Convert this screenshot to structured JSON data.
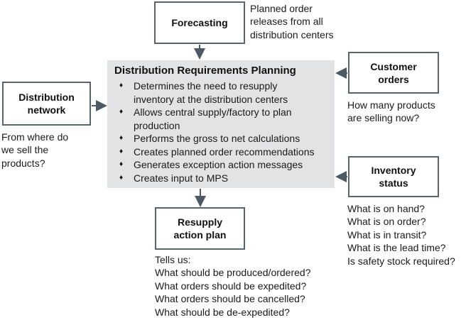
{
  "colors": {
    "box_border": "#5a646e",
    "arrow": "#4d5a66",
    "drp_fill": "#e2e3e4",
    "text": "#1a1a1a"
  },
  "forecasting": {
    "label": "Forecasting",
    "note_lines": [
      "Planned order",
      "releases from all",
      "distribution centers"
    ]
  },
  "distribution_network": {
    "label_lines": [
      "Distribution",
      "network"
    ],
    "note_lines": [
      "From where do",
      "we sell the",
      "products?"
    ]
  },
  "customer_orders": {
    "label_lines": [
      "Customer",
      "orders"
    ],
    "note_lines": [
      "How many products",
      "are selling now?"
    ]
  },
  "inventory_status": {
    "label_lines": [
      "Inventory",
      "status"
    ],
    "note_lines": [
      "What is on hand?",
      "What is on order?",
      "What is in transit?",
      "What is the lead time?",
      "Is safety stock required?"
    ]
  },
  "drp": {
    "title": "Distribution Requirements Planning",
    "bullet_glyph": "♦",
    "bullets": [
      {
        "lines": [
          "Determines the need to resupply",
          "inventory at the distribution centers"
        ]
      },
      {
        "lines": [
          "Allows central supply/factory to plan",
          "production"
        ]
      },
      {
        "lines": [
          "Performs the gross to net calculations"
        ]
      },
      {
        "lines": [
          "Creates planned order recommendations"
        ]
      },
      {
        "lines": [
          "Generates exception action messages"
        ]
      },
      {
        "lines": [
          "Creates input to MPS"
        ]
      }
    ]
  },
  "resupply": {
    "label_lines": [
      "Resupply",
      "action plan"
    ],
    "note_lines": [
      "Tells us:",
      "What should be produced/ordered?",
      "What orders should be expedited?",
      "What orders should be cancelled?",
      "What should be de-expedited?"
    ]
  }
}
